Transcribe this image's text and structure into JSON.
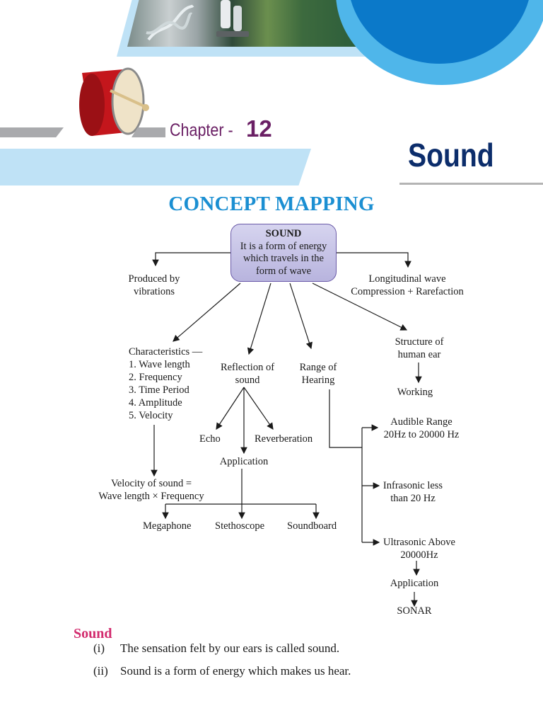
{
  "header": {
    "chapter_label": "Chapter -",
    "chapter_number": "12",
    "title": "Sound"
  },
  "concept_title": "CONCEPT MAPPING",
  "map": {
    "center_title": "SOUND",
    "center_text": [
      "It is a form of energy",
      "which travels in the",
      "form of wave"
    ],
    "produced": [
      "Produced by",
      "vibrations"
    ],
    "longitudinal": [
      "Longitudinal wave",
      "Compression + Rarefaction"
    ],
    "characteristics_heading": "Characteristics —",
    "characteristics": [
      "1. Wave length",
      "2. Frequency",
      "3. Time Period",
      "4. Amplitude",
      "5. Velocity"
    ],
    "reflection": [
      "Reflection of",
      "sound"
    ],
    "range": [
      "Range of",
      "Hearing"
    ],
    "structure": [
      "Structure of",
      "human ear"
    ],
    "working": "Working",
    "echo": "Echo",
    "reverberation": "Reverberation",
    "application_reflection": "Application",
    "velocity_formula": [
      "Velocity of sound =",
      "Wave length × Frequency"
    ],
    "megaphone": "Megaphone",
    "stethoscope": "Stethoscope",
    "soundboard": "Soundboard",
    "audible": [
      "Audible Range",
      "20Hz to 20000 Hz"
    ],
    "infrasonic": [
      "Infrasonic less",
      "than 20 Hz"
    ],
    "ultrasonic": [
      "Ultrasonic Above",
      "20000Hz"
    ],
    "application_ultra": "Application",
    "sonar": "SONAR"
  },
  "section": {
    "heading": "Sound",
    "points": [
      {
        "num": "(i)",
        "text": "The sensation felt by our ears is called sound."
      },
      {
        "num": "(ii)",
        "text": "Sound is a form of energy which makes us hear."
      }
    ]
  },
  "colors": {
    "concept_title": "#1b8fd2",
    "chapter": "#6a1f64",
    "title": "#0c2d6b",
    "section_heading": "#d22a6d",
    "accent_blue": "#0b79c9"
  }
}
